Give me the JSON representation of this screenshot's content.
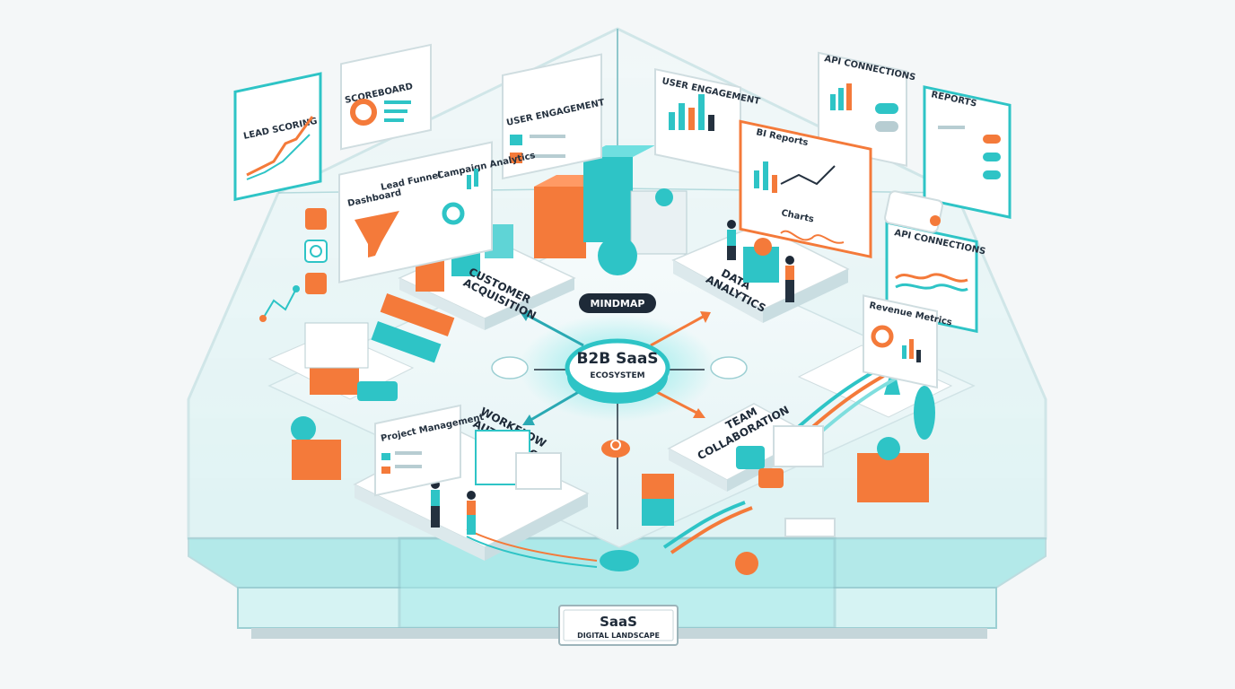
{
  "diagram": {
    "center": {
      "title": "B2B SaaS",
      "subtitle": "ECOSYSTEM"
    },
    "mindmap_tag": "MINDMAP",
    "base_plaque": {
      "title": "SaaS",
      "subtitle": "DIGITAL LANDSCAPE"
    },
    "sections": {
      "customer_acquisition": {
        "line1": "CUSTOMER",
        "line2": "ACQUISITION"
      },
      "data_analytics": {
        "line1": "DATA",
        "line2": "ANALYTICS"
      },
      "workflow_automation": {
        "line1": "WORKFLOW",
        "line2": "AUTOMATION"
      },
      "team_collaboration": {
        "line1": "TEAM",
        "line2": "COLLABORATION"
      }
    },
    "panels": {
      "lead_scoring": "LEAD SCORING",
      "scoreboard": "SCOREBOARD",
      "user_engagement_1": "USER ENGAGEMENT",
      "user_engagement_2": "USER ENGAGEMENT",
      "api_connections_1": "API CONNECTIONS",
      "reports": "REPORTS",
      "dashboard": "Dashboard",
      "lead_funnel": "Lead Funnel",
      "campaign_analytics": "Campaign Analytics",
      "bi_reports": "BI Reports",
      "charts": "Charts",
      "api_connections_2": "API CONNECTIONS",
      "revenue_metrics": "Revenue Metrics",
      "project_management": "Project Management"
    }
  },
  "colors": {
    "teal": "#2ec4c6",
    "teal_light": "#a9eceb",
    "orange": "#f47a3a",
    "navy": "#1e2a38",
    "glass": "#bfeff0"
  }
}
